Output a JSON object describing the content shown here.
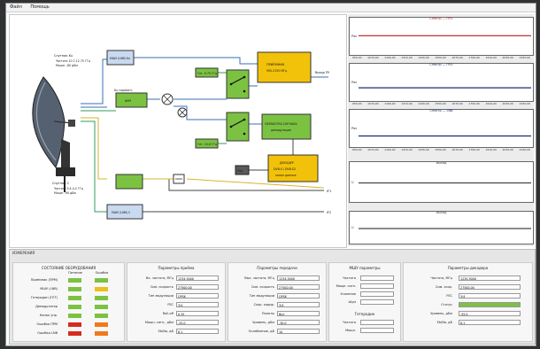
{
  "menu": {
    "items": [
      "Файл",
      "Помощь"
    ]
  },
  "diagram": {
    "labels": {
      "gps_sat": "Спутник Ku",
      "gps_sub": "Частота 10.7-12.75 ГГц",
      "gps_sub2": "Мощн. -80 дБм",
      "sat2": "Спутник C",
      "sat2_sub": "Частота 3.4-4.2 ГГц",
      "sat2_sub2": "Мощн. -90 дБм",
      "lnb_ku": "МШУ (LNB) Ku",
      "lnb_c": "МШУ (LNB) C",
      "ku_pol": "Ku горизонт.",
      "ku_filter": "ФНЧ",
      "lo1": "Гет. 9.75 ГГц",
      "lo2": "Гет. 10.6 ГГц",
      "out1": "Выход ПЧ",
      "out2": "Выход ПЧ",
      "receiver": "ПРИЁМНИК",
      "receiver_sub": "950-2150 МГц",
      "proc": "ОБРАБОТКА СИГНАЛА",
      "proc_sub": "демодуляция",
      "decoder": "ДЕКОДЕР",
      "decoder_sub": "DVB-S / DVB-S2",
      "decoder_sub2": "канал данных",
      "ctrl": "Упр.",
      "port1": "IF1",
      "port2": "IF2"
    }
  },
  "plots": [
    {
      "title": "Спектр — ПЧ1",
      "ylabel": "Pвх",
      "color": "#b21f1f",
      "level": 0.45,
      "xticks": [
        "950,00",
        "1070,00",
        "1190,00",
        "1310,00",
        "1430,00",
        "1550,00",
        "1670,00",
        "1790,00",
        "1910,00",
        "2030,00",
        "2150,00"
      ]
    },
    {
      "title": "Спектр — ПЧ2",
      "ylabel": "Pвх",
      "color": "#1a2f6b",
      "level": 0.65,
      "xticks": [
        "950,00",
        "1070,00",
        "1190,00",
        "1310,00",
        "1430,00",
        "1550,00",
        "1670,00",
        "1790,00",
        "1910,00",
        "2030,00",
        "2150,00"
      ]
    },
    {
      "title": "Спектр — LNB",
      "ylabel": "Pвх",
      "color": "#1a2f6b",
      "level": 0.72,
      "xticks": [
        "950,00",
        "1070,00",
        "1190,00",
        "1310,00",
        "1430,00",
        "1550,00",
        "1670,00",
        "1790,00",
        "1910,00",
        "2030,00",
        "2150,00"
      ]
    },
    {
      "title": "Выход",
      "ylabel": "U",
      "color": "#444444",
      "level": 0.5,
      "xticks": []
    },
    {
      "title": "Выход",
      "ylabel": "U",
      "color": "#444444",
      "level": 0.5,
      "xticks": []
    }
  ],
  "bottom": {
    "title": "ИЗМЕРЕНИЯ",
    "indicators": {
      "title": "СОСТОЯНИЕ ОБОРУДОВАНИЯ",
      "col1": "Питание",
      "col2": "Ошибка",
      "rows": [
        {
          "label": "Приёмник (ПРМ)",
          "c1": "#7cc242",
          "c2": "#7cc242"
        },
        {
          "label": "МШУ (LNB)",
          "c1": "#7cc242",
          "c2": "#e8c21a"
        },
        {
          "label": "Гетеродин (ГЕТ)",
          "c1": "#7cc242",
          "c2": "#7cc242"
        },
        {
          "label": "Демодулятор",
          "c1": "#7cc242",
          "c2": "#7cc242"
        },
        {
          "label": "Канал упр.",
          "c1": "#7cc242",
          "c2": "#7cc242"
        },
        {
          "label": "Ошибка ПРМ",
          "c1": "#d62b1f",
          "c2": "#f07a1c"
        },
        {
          "label": "Ошибка LNB",
          "c1": "#d62b1f",
          "c2": "#f07a1c"
        }
      ]
    },
    "params1": {
      "title": "Параметры приёма",
      "rows": [
        {
          "label": "Вх. частота, МГц",
          "value": "1234.5000"
        },
        {
          "label": "Сим. скорость",
          "value": "27500.00"
        },
        {
          "label": "Тип модуляции",
          "value": "QPSK"
        },
        {
          "label": "FEC",
          "value": "3/4"
        },
        {
          "label": "Roll-off",
          "value": "0.35"
        },
        {
          "label": "Мощн. сигн., дБм",
          "value": "-55.0"
        },
        {
          "label": "Eb/No, дБ",
          "value": "8.1"
        }
      ]
    },
    "params2": {
      "title": "Параметры передачи",
      "rows": [
        {
          "label": "Вых. частота, МГц",
          "value": "1234.5000"
        },
        {
          "label": "Сим. скорость",
          "value": "27500.00"
        },
        {
          "label": "Тип модуляции",
          "value": "QPSK"
        },
        {
          "label": "Скор. кодир.",
          "value": "3/4"
        },
        {
          "label": "Пилоты",
          "value": "Вкл"
        },
        {
          "label": "Уровень, дБм",
          "value": "-30.0"
        },
        {
          "label": "Ослабление, дБ",
          "value": "10"
        }
      ]
    },
    "params3": {
      "title": "МШУ параметры",
      "rows": [
        {
          "label": "Частота",
          "value": ""
        },
        {
          "label": "Мощн. сигн.",
          "value": ""
        },
        {
          "label": "Усиление",
          "value": ""
        },
        {
          "label": "Шум",
          "value": ""
        }
      ],
      "subtitle": "Гетеродин",
      "rows2": [
        {
          "label": "Частота",
          "value": ""
        },
        {
          "label": "Мощн.",
          "value": ""
        }
      ]
    },
    "params4": {
      "title": "Параметры декодера",
      "rows": [
        {
          "label": "Частота, МГц",
          "value": "1234.5000",
          "green": false
        },
        {
          "label": "Сим. скор.",
          "value": "27500.00",
          "green": false
        },
        {
          "label": "FEC",
          "value": "3/4",
          "green": false
        },
        {
          "label": "Статус",
          "value": "",
          "green": true
        },
        {
          "label": "Уровень, дБм",
          "value": "-55.0",
          "green": false
        },
        {
          "label": "Eb/No, дБ",
          "value": "8.1",
          "green": false
        }
      ]
    }
  }
}
